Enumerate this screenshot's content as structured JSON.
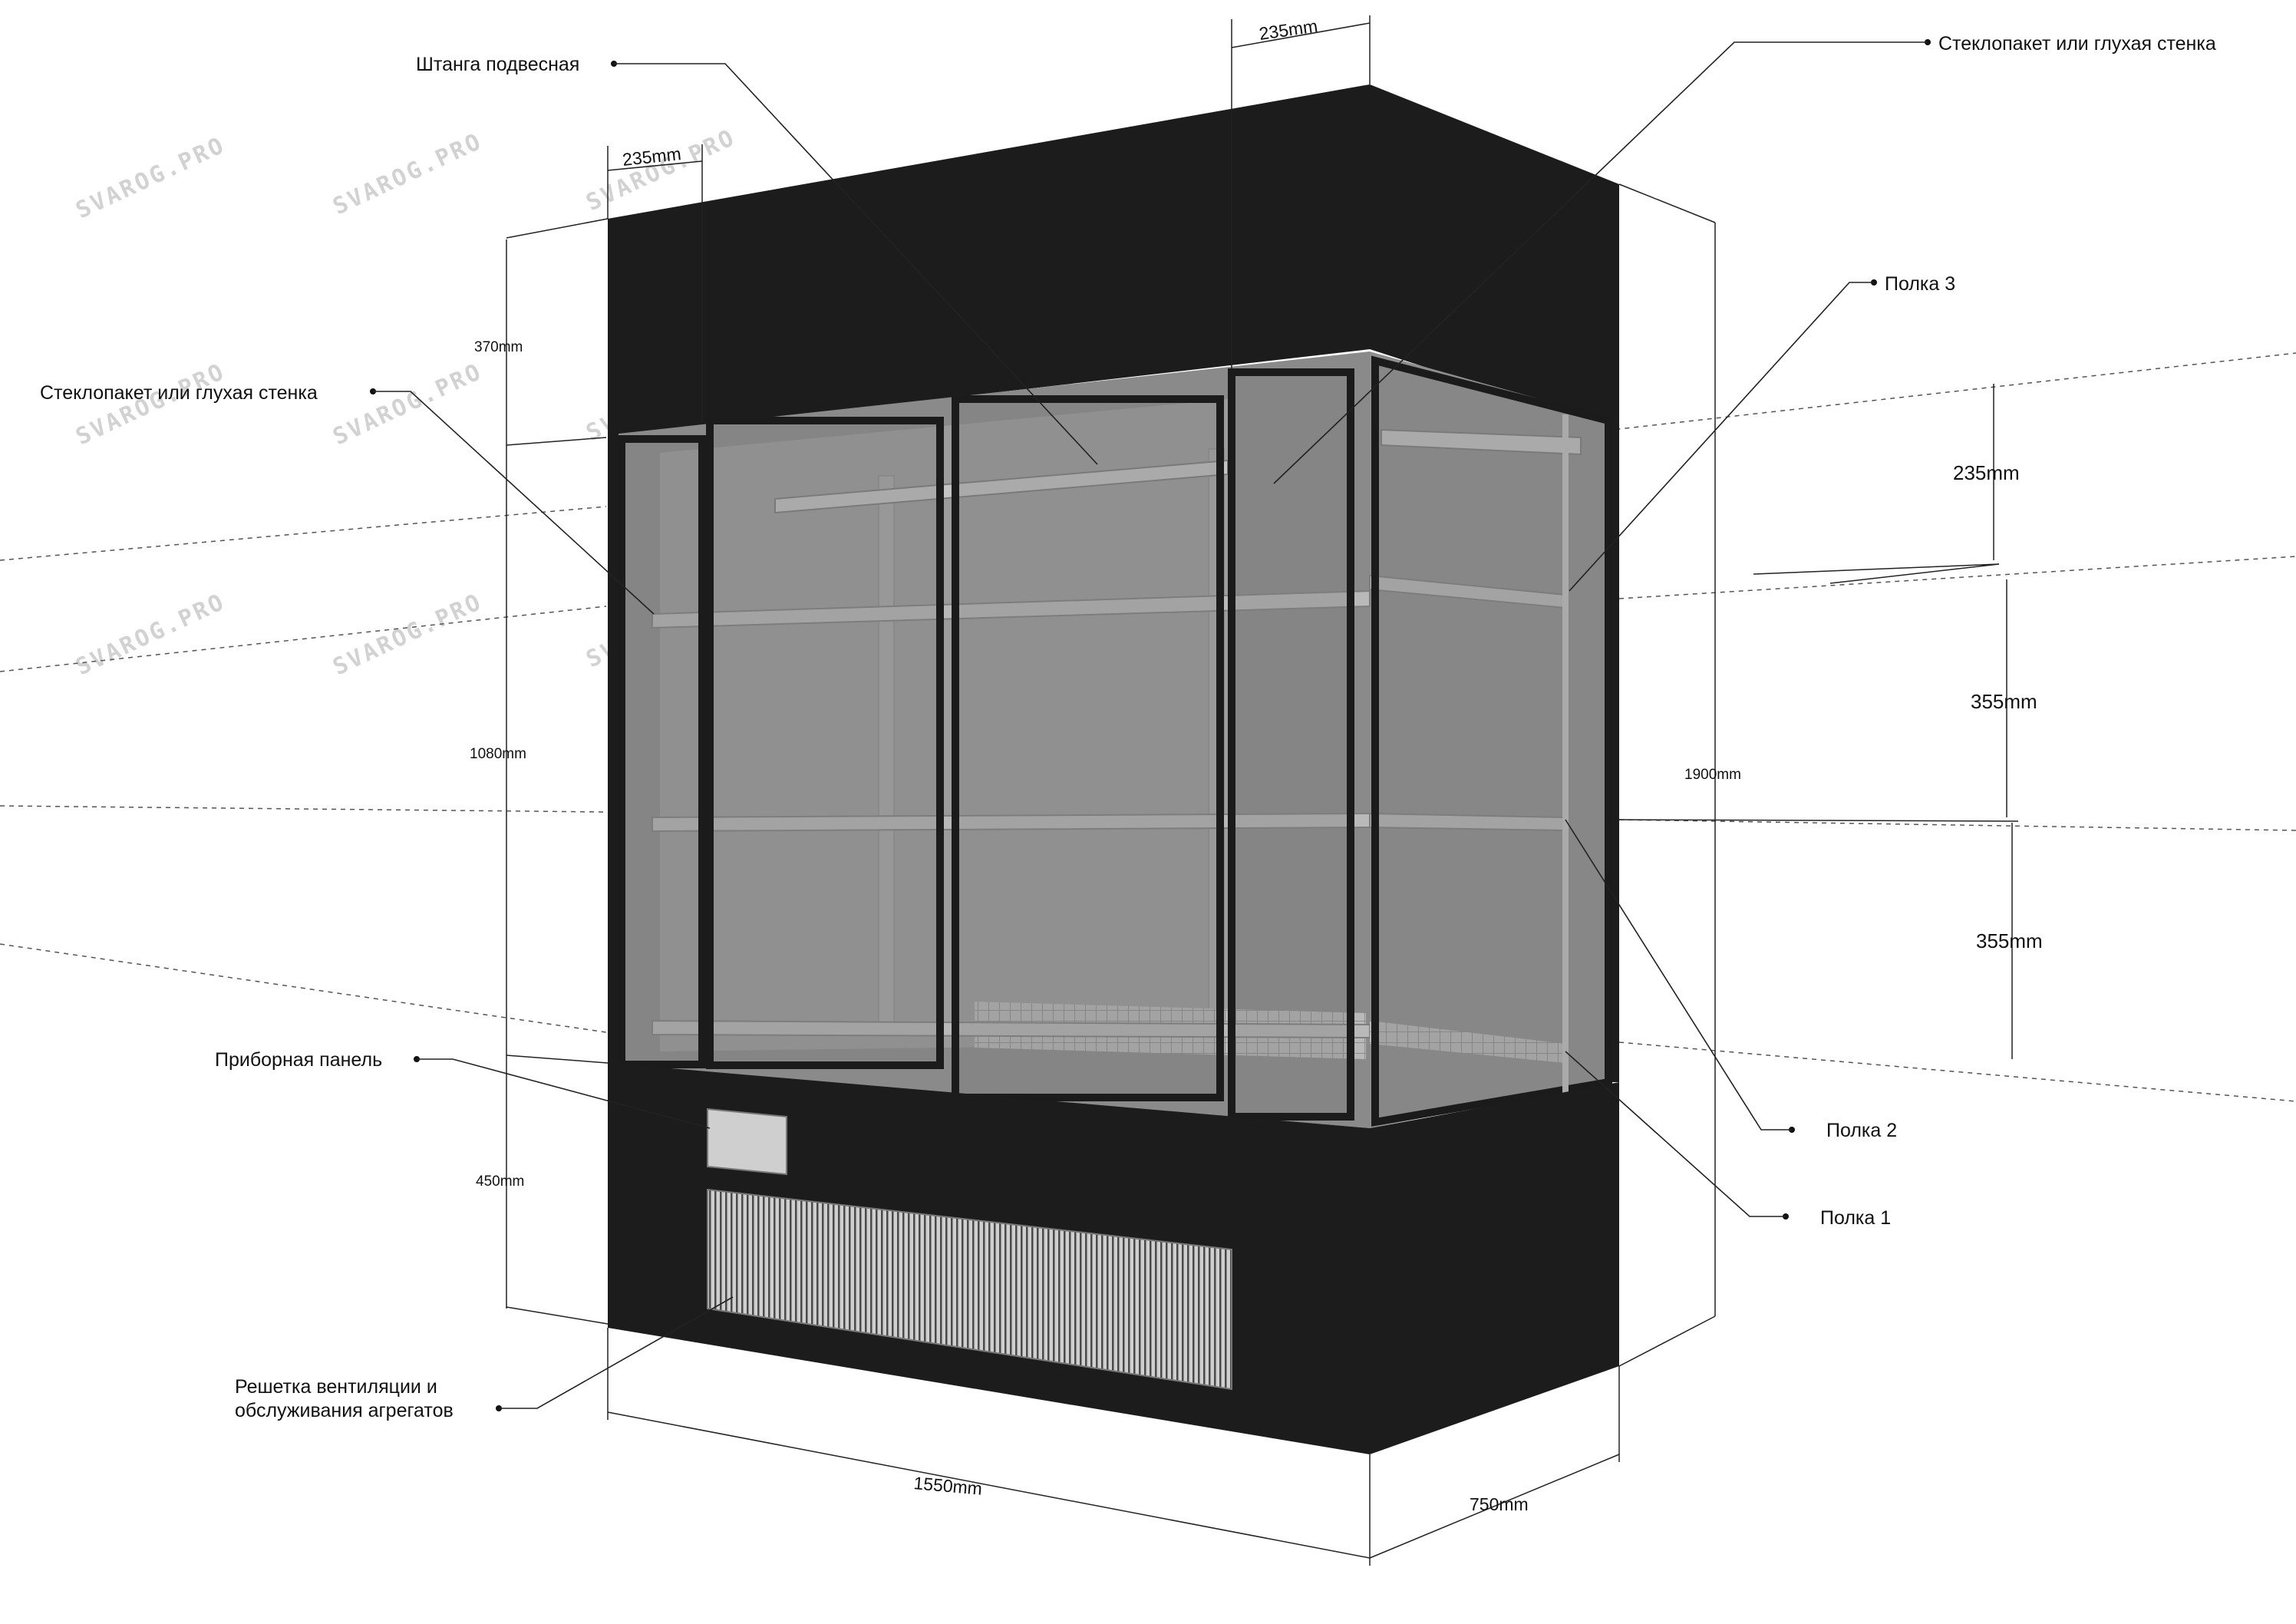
{
  "watermark": "SVAROG.PRO",
  "callouts": {
    "hanging_rail": "Штанга подвесная",
    "glass_right": "Стеклопакет или глухая стенка",
    "glass_left": "Стеклопакет или глухая стенка",
    "shelf_3": "Полка 3",
    "shelf_2": "Полка 2",
    "shelf_1": "Полка 1",
    "control_panel": "Приборная панель",
    "vent_grille_line1": "Решетка вентиляции и",
    "vent_grille_line2": "обслуживания агрегатов"
  },
  "dimensions": {
    "top_width_right": "235mm",
    "top_width_left": "235mm",
    "top_section_height": "370mm",
    "glass_section_height": "1080mm",
    "base_height": "450mm",
    "total_height": "1900mm",
    "shelf_gap_top": "235mm",
    "shelf_gap_middle": "355mm",
    "shelf_gap_bottom": "355mm",
    "total_width": "1550mm",
    "depth": "750mm"
  },
  "colors": {
    "cabinet": "#1c1c1c",
    "glass": "#7b7b7b",
    "shelf": "#b9b9b9",
    "panel": "#cfcfcf"
  }
}
